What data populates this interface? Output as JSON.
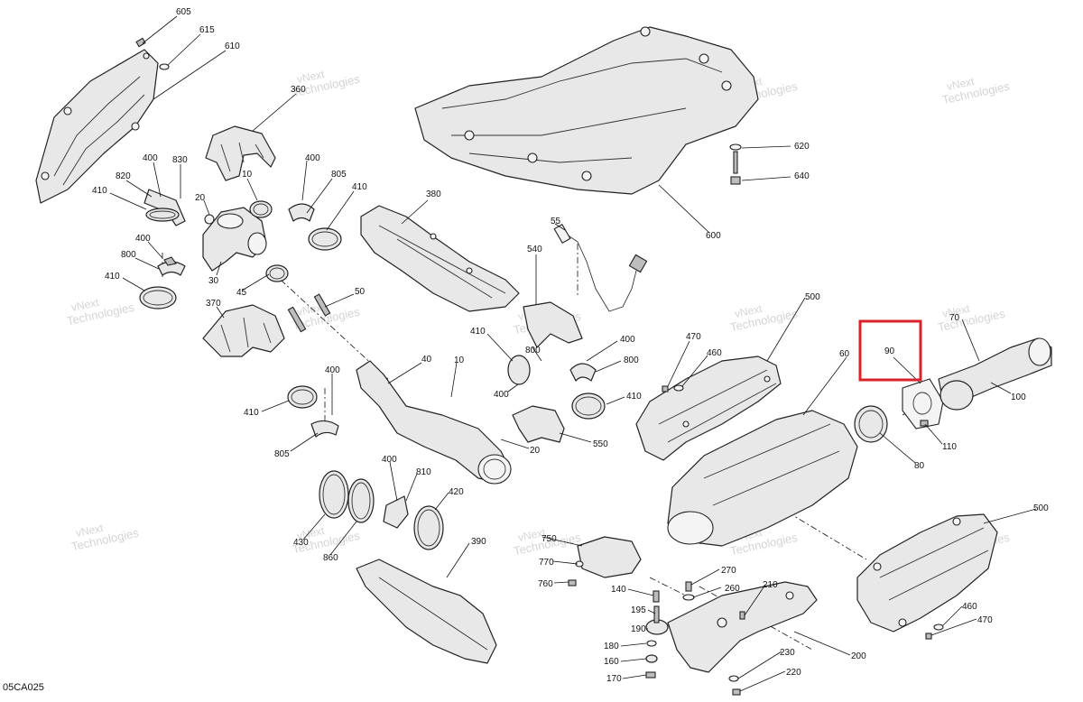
{
  "diagram": {
    "reference": "05CA025",
    "watermark": {
      "line1": "vNext",
      "line2": "Technologies",
      "small": "vNext Technologies"
    },
    "callouts": [
      {
        "id": "c605",
        "label": "605"
      },
      {
        "id": "c615",
        "label": "615"
      },
      {
        "id": "c610",
        "label": "610"
      },
      {
        "id": "c360",
        "label": "360"
      },
      {
        "id": "c400a",
        "label": "400"
      },
      {
        "id": "c830",
        "label": "830"
      },
      {
        "id": "c820",
        "label": "820"
      },
      {
        "id": "c410a",
        "label": "410"
      },
      {
        "id": "c10a",
        "label": "10"
      },
      {
        "id": "c20a",
        "label": "20"
      },
      {
        "id": "c400b",
        "label": "400"
      },
      {
        "id": "c800a",
        "label": "800"
      },
      {
        "id": "c410b",
        "label": "410"
      },
      {
        "id": "c30",
        "label": "30"
      },
      {
        "id": "c45",
        "label": "45"
      },
      {
        "id": "c370",
        "label": "370"
      },
      {
        "id": "c400c",
        "label": "400"
      },
      {
        "id": "c805a",
        "label": "805"
      },
      {
        "id": "c410c",
        "label": "410"
      },
      {
        "id": "c380",
        "label": "380"
      },
      {
        "id": "c50",
        "label": "50"
      },
      {
        "id": "c55",
        "label": "55"
      },
      {
        "id": "c540",
        "label": "540"
      },
      {
        "id": "c620",
        "label": "620"
      },
      {
        "id": "c640",
        "label": "640"
      },
      {
        "id": "c600",
        "label": "600"
      },
      {
        "id": "c500a",
        "label": "500"
      },
      {
        "id": "c470a",
        "label": "470"
      },
      {
        "id": "c460a",
        "label": "460"
      },
      {
        "id": "c60",
        "label": "60"
      },
      {
        "id": "c90",
        "label": "90"
      },
      {
        "id": "c70",
        "label": "70"
      },
      {
        "id": "c100",
        "label": "100"
      },
      {
        "id": "c110",
        "label": "110"
      },
      {
        "id": "c80",
        "label": "80"
      },
      {
        "id": "c410d",
        "label": "410"
      },
      {
        "id": "c800b",
        "label": "800"
      },
      {
        "id": "c400d",
        "label": "400"
      },
      {
        "id": "c400e",
        "label": "400"
      },
      {
        "id": "c800c",
        "label": "800"
      },
      {
        "id": "c410e",
        "label": "410"
      },
      {
        "id": "c550",
        "label": "550"
      },
      {
        "id": "c40",
        "label": "40"
      },
      {
        "id": "c10b",
        "label": "10"
      },
      {
        "id": "c20b",
        "label": "20"
      },
      {
        "id": "c400f",
        "label": "400"
      },
      {
        "id": "c410f",
        "label": "410"
      },
      {
        "id": "c805b",
        "label": "805"
      },
      {
        "id": "c400g",
        "label": "400"
      },
      {
        "id": "c810",
        "label": "810"
      },
      {
        "id": "c420",
        "label": "420"
      },
      {
        "id": "c430",
        "label": "430"
      },
      {
        "id": "c860",
        "label": "860"
      },
      {
        "id": "c390",
        "label": "390"
      },
      {
        "id": "c750",
        "label": "750"
      },
      {
        "id": "c770",
        "label": "770"
      },
      {
        "id": "c760",
        "label": "760"
      },
      {
        "id": "c140",
        "label": "140"
      },
      {
        "id": "c270",
        "label": "270"
      },
      {
        "id": "c260",
        "label": "260"
      },
      {
        "id": "c210",
        "label": "210"
      },
      {
        "id": "c195",
        "label": "195"
      },
      {
        "id": "c190",
        "label": "190"
      },
      {
        "id": "c180",
        "label": "180"
      },
      {
        "id": "c160",
        "label": "160"
      },
      {
        "id": "c170",
        "label": "170"
      },
      {
        "id": "c230",
        "label": "230"
      },
      {
        "id": "c220",
        "label": "220"
      },
      {
        "id": "c200",
        "label": "200"
      },
      {
        "id": "c500b",
        "label": "500"
      },
      {
        "id": "c460b",
        "label": "460"
      },
      {
        "id": "c470b",
        "label": "470"
      }
    ],
    "highlight": {
      "label": "90",
      "color": "#d9232b"
    }
  }
}
